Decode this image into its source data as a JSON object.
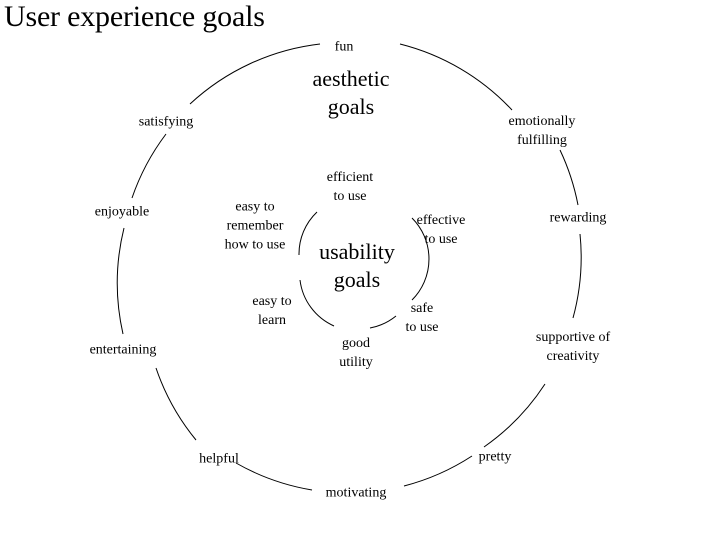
{
  "title": "User experience goals",
  "usability_goals": {
    "center_label": "usability\ngoals",
    "items": [
      "efficient\nto use",
      "effective\nto use",
      "safe\nto use",
      "good\nutility",
      "easy to\nlearn",
      "easy to\nremember\nhow to use"
    ]
  },
  "aesthetic_goals": {
    "label": "aesthetic\ngoals"
  },
  "ux_goals": [
    "fun",
    "emotionally\nfulfilling",
    "rewarding",
    "supportive of\ncreativity",
    "pretty",
    "motivating",
    "helpful",
    "entertaining",
    "enjoyable",
    "satisfying"
  ]
}
